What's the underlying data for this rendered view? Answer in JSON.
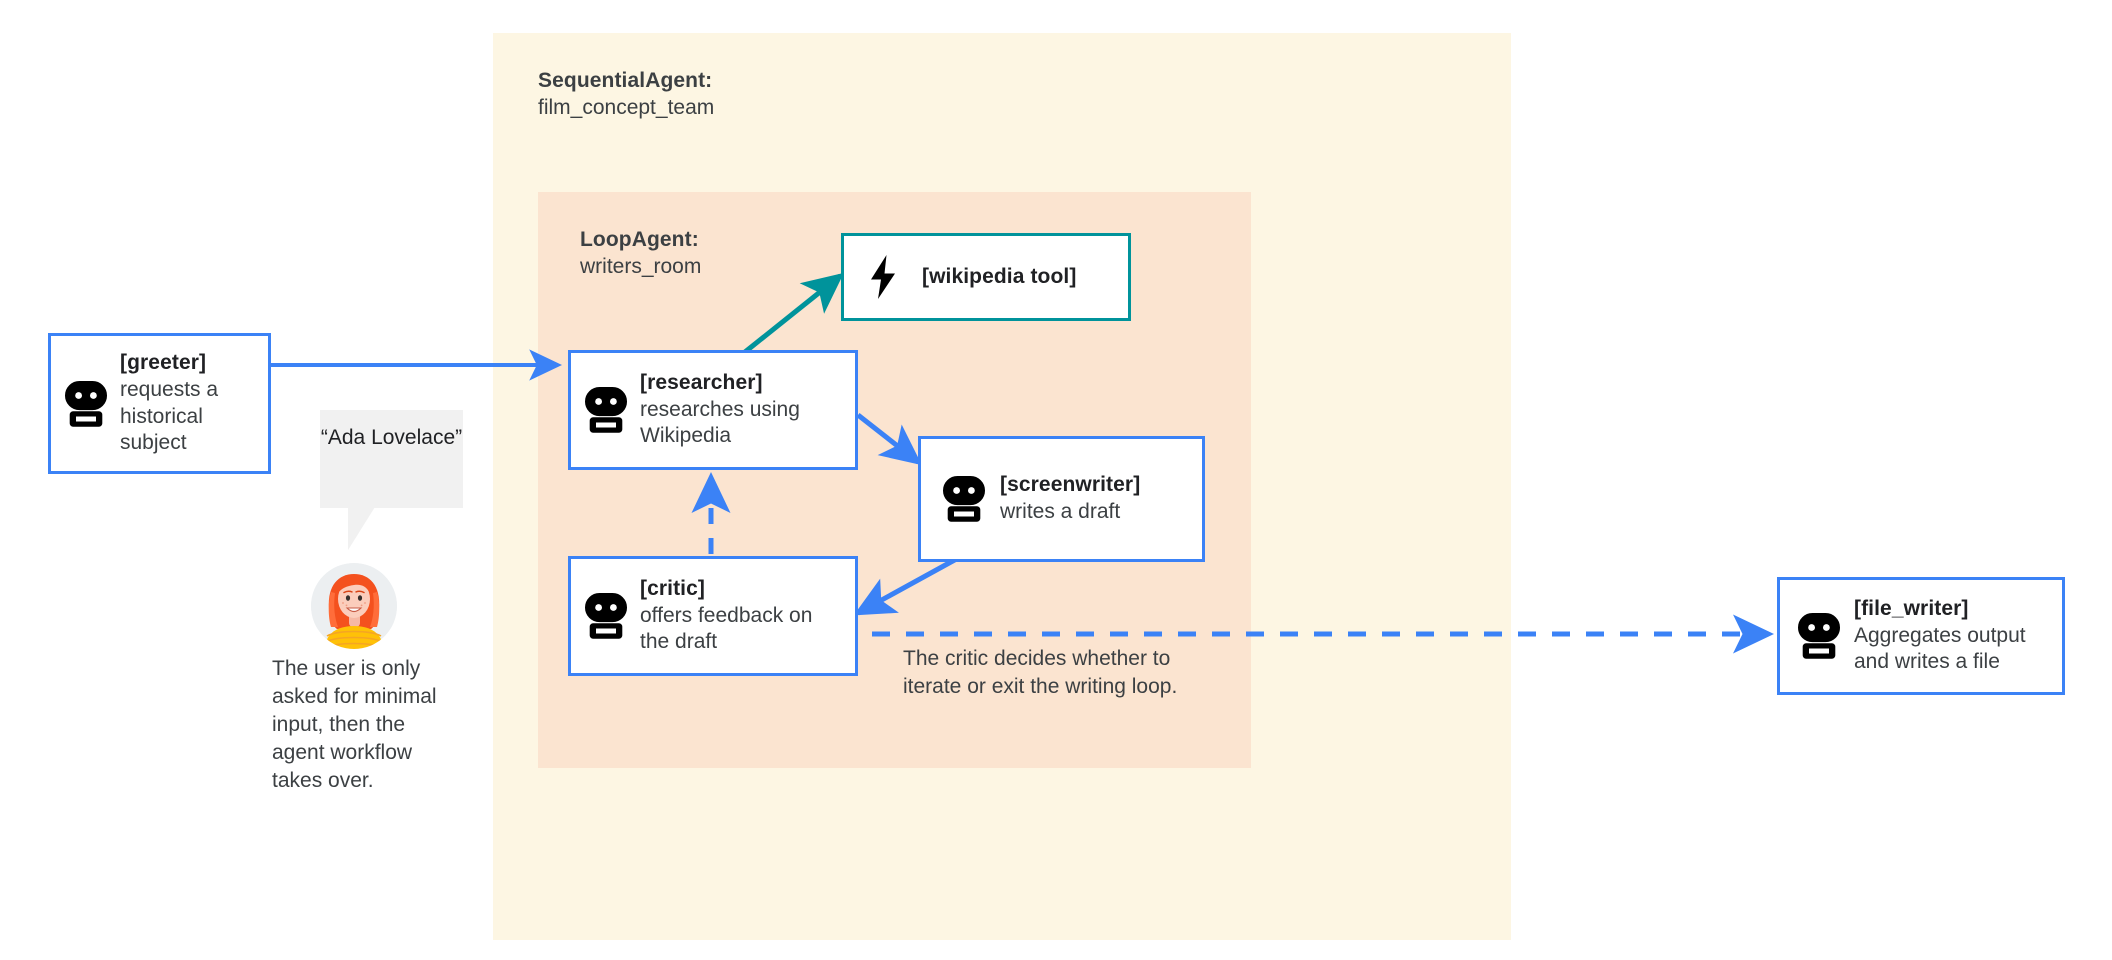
{
  "diagram": {
    "title": "Agent workflow diagram",
    "colors": {
      "outer_container_bg": "#fdf6e3",
      "loop_container_bg": "#fbe4d0",
      "agent_border": "#3b82f6",
      "tool_border": "#00939b",
      "tool_arrow": "#00939b",
      "agent_arrow": "#3b82f6",
      "bubble_bg": "#f1f1f1",
      "text": "#3c4043",
      "node_bg": "#ffffff"
    }
  },
  "containers": {
    "sequential": {
      "type_label": "SequentialAgent:",
      "name_label": "film_concept_team"
    },
    "loop": {
      "type_label": "LoopAgent:",
      "name_label": "writers_room"
    }
  },
  "nodes": {
    "greeter": {
      "name": "[greeter]",
      "description": "requests a historical subject",
      "icon": "robot-icon"
    },
    "researcher": {
      "name": "[researcher]",
      "description": "researches using Wikipedia",
      "icon": "robot-icon"
    },
    "wikipedia_tool": {
      "name": "[wikipedia tool]",
      "description": "",
      "icon": "lightning-bolt-icon"
    },
    "screenwriter": {
      "name": "[screenwriter]",
      "description": "writes a draft",
      "icon": "robot-icon"
    },
    "critic": {
      "name": "[critic]",
      "description": "offers feedback on the draft",
      "icon": "robot-icon"
    },
    "file_writer": {
      "name": "[file_writer]",
      "description": "Aggregates output and writes a file",
      "icon": "robot-icon"
    }
  },
  "annotations": {
    "user_quote": "“Ada Lovelace”",
    "user_caption": "The user is only asked for minimal input, then the agent workflow takes over.",
    "loop_exit_note": "The critic decides whether to iterate or exit the writing loop.",
    "avatar_alt": "user-avatar"
  }
}
